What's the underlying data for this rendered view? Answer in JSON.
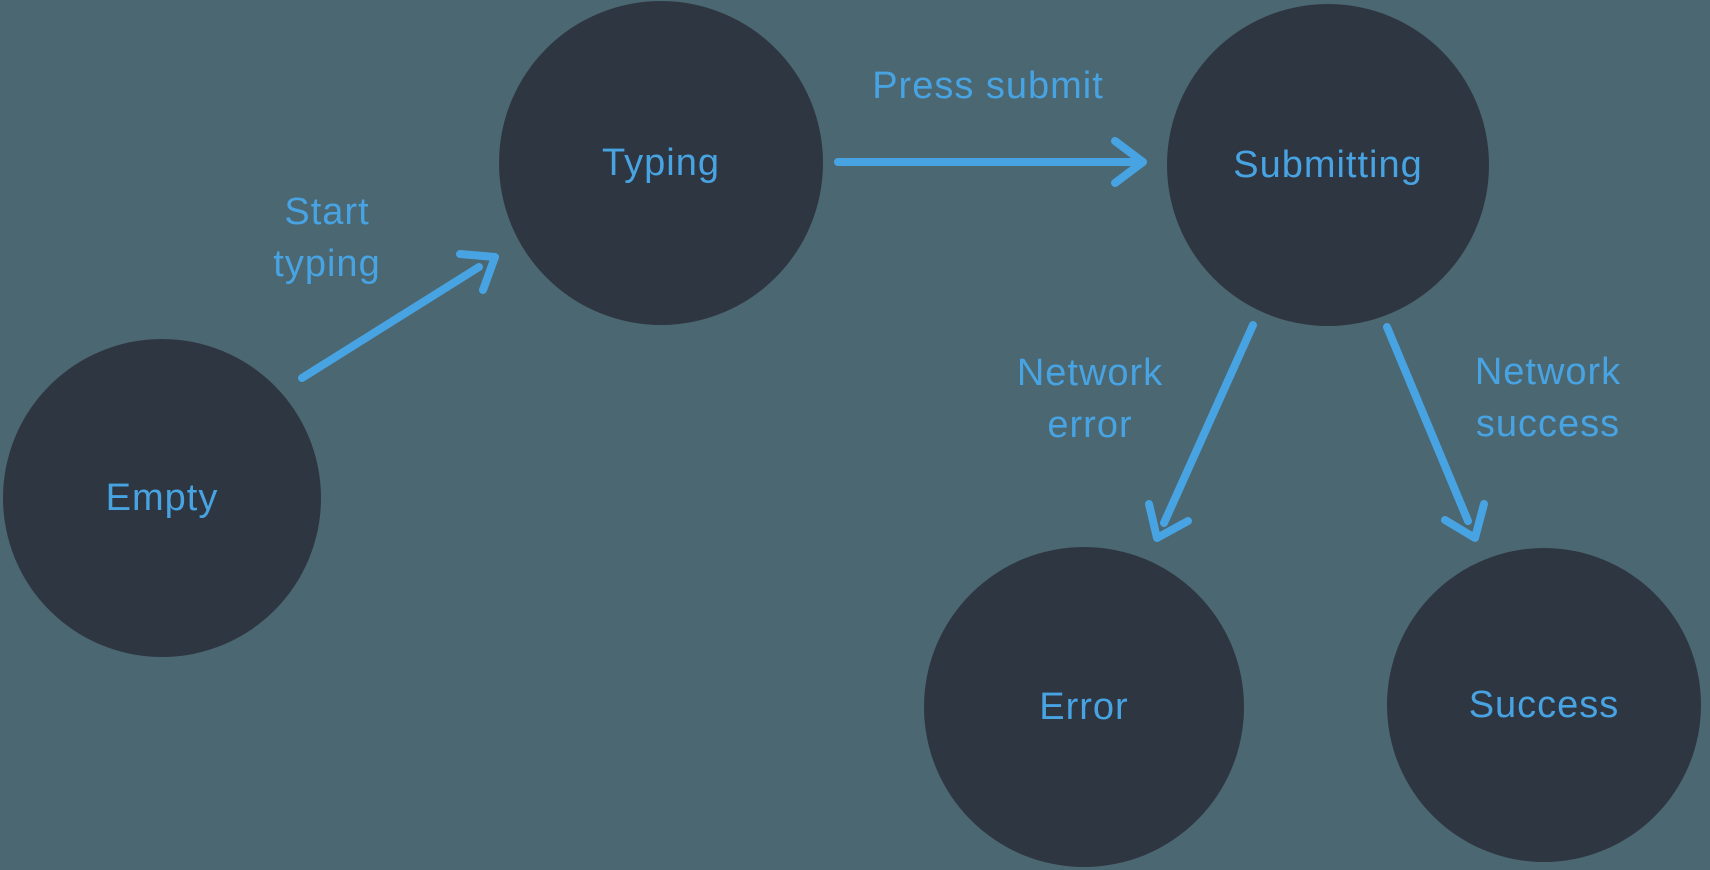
{
  "diagram": {
    "type": "state-machine",
    "theme": {
      "background": "#4b6771",
      "node": "#2e3641",
      "accent": "#48a3e3"
    },
    "states": [
      {
        "label": "Empty"
      },
      {
        "label": "Typing"
      },
      {
        "label": "Submitting"
      },
      {
        "label": "Error"
      },
      {
        "label": "Success"
      }
    ],
    "transitions": [
      {
        "from": "Empty",
        "to": "Typing",
        "label": "Start typing",
        "label_lines": [
          "Start",
          "typing"
        ]
      },
      {
        "from": "Typing",
        "to": "Submitting",
        "label": "Press submit",
        "label_lines": [
          "Press submit"
        ]
      },
      {
        "from": "Submitting",
        "to": "Error",
        "label": "Network error",
        "label_lines": [
          "Network",
          "error"
        ]
      },
      {
        "from": "Submitting",
        "to": "Success",
        "label": "Network success",
        "label_lines": [
          "Network",
          "success"
        ]
      }
    ]
  }
}
